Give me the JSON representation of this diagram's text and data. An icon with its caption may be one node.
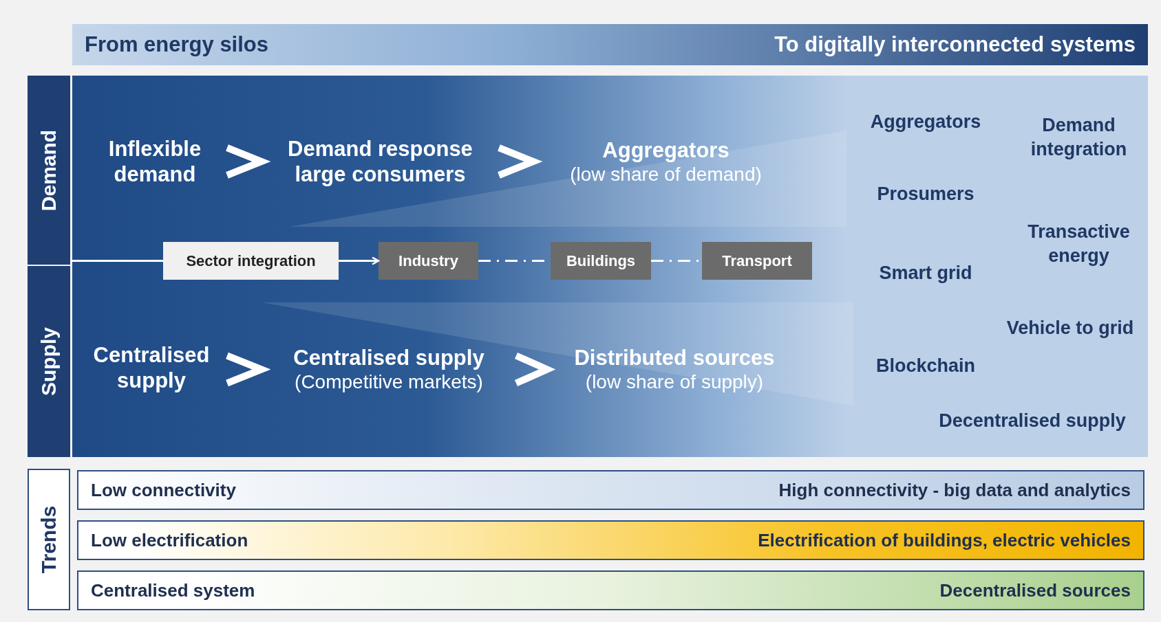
{
  "diagram": {
    "nodes": [
      {
        "text": [
          "From energy silos",
          "To digitally interconnected systems"
        ]
      },
      {
        "text": [
          "Demand"
        ]
      },
      {
        "text": [
          "Supply"
        ]
      },
      {
        "text": [
          "Inflexible demand"
        ]
      },
      {
        "text": [
          "Demand response large consumers"
        ]
      },
      {
        "text": [
          "Aggregators",
          "(low share of demand)"
        ]
      },
      {
        "text": [
          "Sector integration"
        ]
      },
      {
        "text": [
          "Industry"
        ]
      },
      {
        "text": [
          "Buildings"
        ]
      },
      {
        "text": [
          "Transport"
        ]
      },
      {
        "text": [
          "Centralised supply"
        ]
      },
      {
        "text": [
          "Centralised supply",
          "(Competitive markets)"
        ]
      },
      {
        "text": [
          "Distributed sources",
          "(low share of supply)"
        ]
      },
      {
        "text": [
          "Trends"
        ]
      },
      {
        "text": [
          "Low connectivity",
          "High connectivity - big data and analytics"
        ]
      },
      {
        "text": [
          "Low electrification",
          "Electrification of buildings, electric vehicles"
        ]
      },
      {
        "text": [
          "Centralised system",
          "Decentralised sources"
        ]
      }
    ],
    "edges": [
      {
        "from": 3,
        "to": 4,
        "arrow": "to",
        "style": "thick"
      },
      {
        "from": 4,
        "to": 5,
        "arrow": "to",
        "style": "thick"
      },
      {
        "from": 1,
        "to": 6,
        "arrow": "none"
      },
      {
        "from": 6,
        "to": 7,
        "arrow": "to"
      },
      {
        "from": 7,
        "to": 8,
        "arrow": "none",
        "style": "dashed"
      },
      {
        "from": 8,
        "to": 9,
        "arrow": "none",
        "style": "dashed"
      },
      {
        "from": 10,
        "to": 11,
        "arrow": "to",
        "style": "thick"
      },
      {
        "from": 11,
        "to": 12,
        "arrow": "to",
        "style": "thick"
      }
    ],
    "labels": [
      "Aggregators",
      "Demand integration",
      "Prosumers",
      "Transactive energy",
      "Smart grid",
      "Vehicle to grid",
      "Blockchain",
      "Decentralised supply"
    ]
  }
}
